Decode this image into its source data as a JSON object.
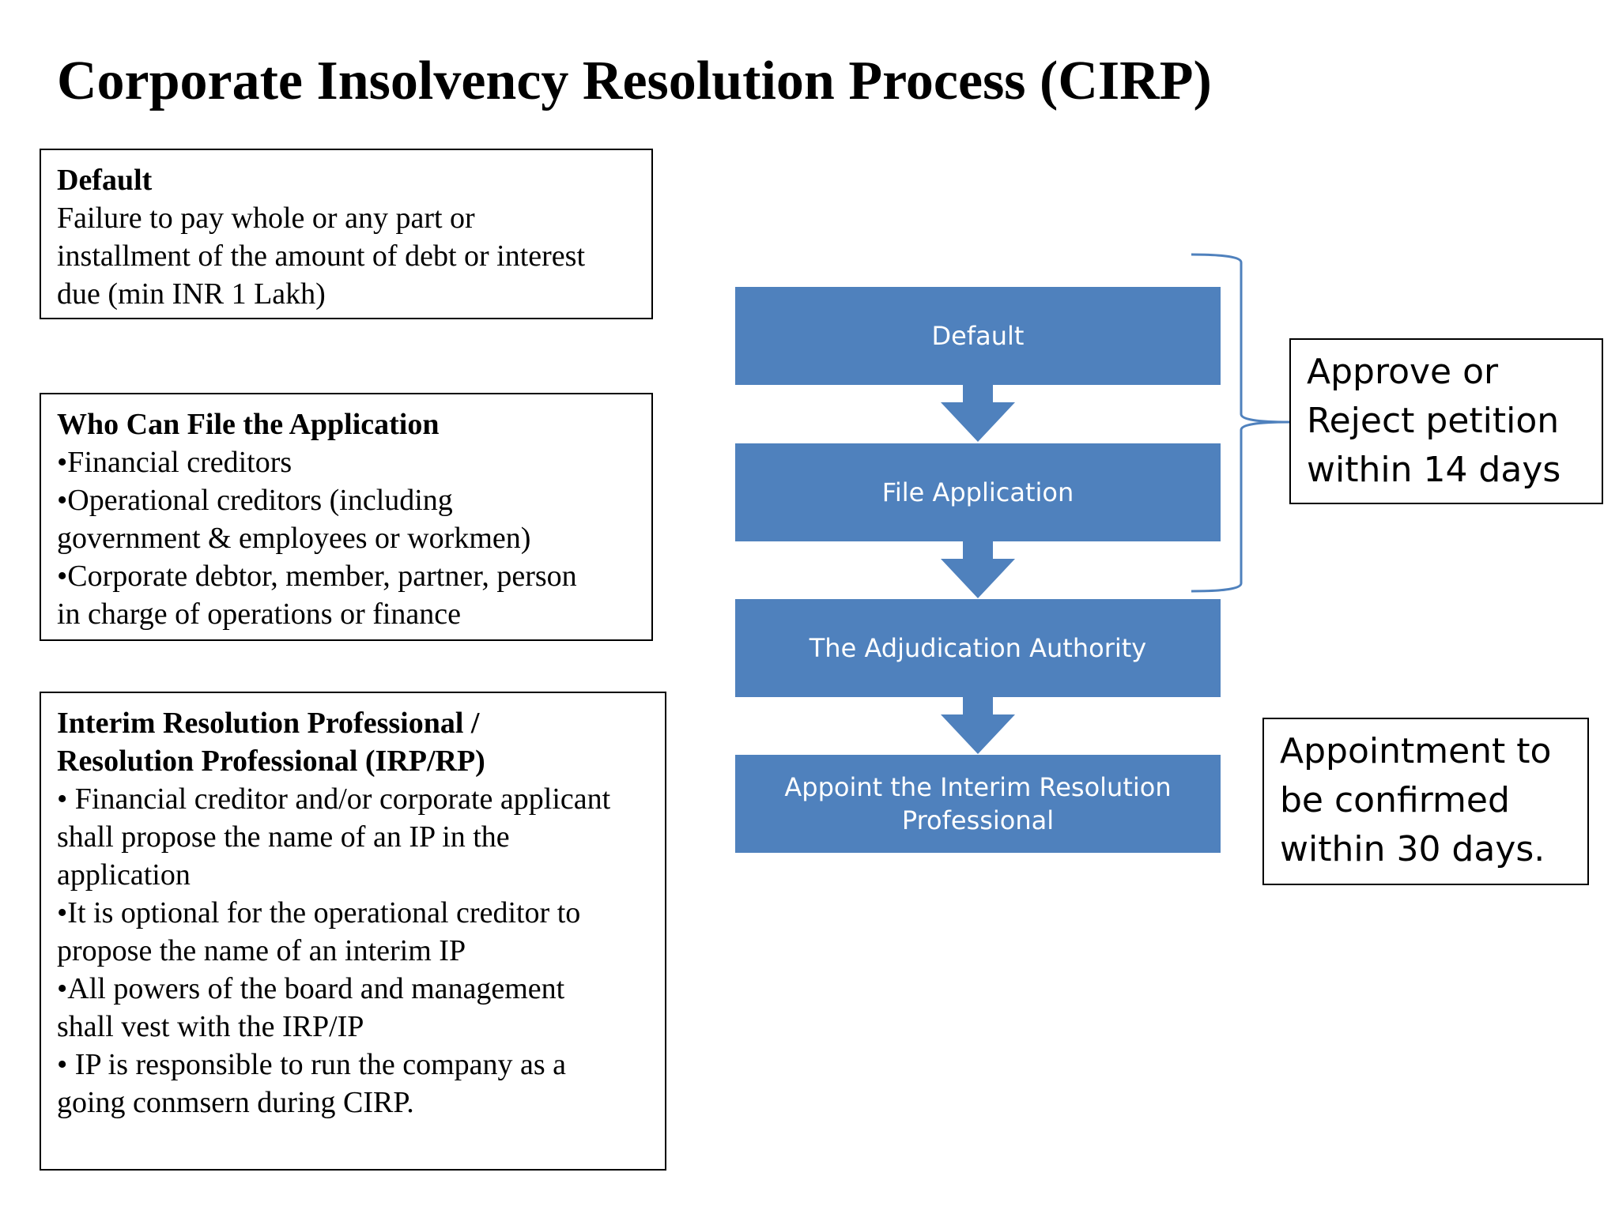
{
  "title": "Corporate Insolvency Resolution Process (CIRP)",
  "left_boxes": {
    "default": {
      "heading": "Default",
      "lines": [
        "Failure to pay whole or any part or",
        "installment of the amount of debt or interest",
        "due (min INR 1 Lakh)"
      ]
    },
    "who_can_file": {
      "heading": "Who Can File the Application",
      "lines": [
        "•Financial  creditors",
        "•Operational creditors (including",
        "government & employees  or workmen)",
        "•Corporate debtor, member, partner, person",
        "in charge of operations or finance"
      ]
    },
    "irp": {
      "heading_lines": [
        "Interim Resolution Professional /",
        "Resolution Professional (IRP/RP)"
      ],
      "lines": [
        "• Financial  creditor and/or corporate applicant",
        "shall propose the name of an IP in the",
        "application",
        "•It is optional for the operational creditor to",
        "propose the name of an interim IP",
        "•All powers of the board and management",
        "shall vest with the IRP/IP",
        "• IP is responsible to run the company as a",
        "going conmsern during CIRP."
      ]
    }
  },
  "flow_steps": [
    "Default",
    "File Application",
    "The Adjudication Authority",
    "Appoint the Interim Resolution Professional"
  ],
  "notes": {
    "approve_lines": [
      "Approve or",
      "Reject petition",
      "within 14 days"
    ],
    "appointment_lines": [
      "Appointment to",
      "be confirmed",
      "within 30 days."
    ]
  },
  "colors": {
    "flow_fill": "#4f81bd",
    "flow_text": "#ffffff",
    "bracket": "#4f81bd",
    "border": "#000000"
  }
}
